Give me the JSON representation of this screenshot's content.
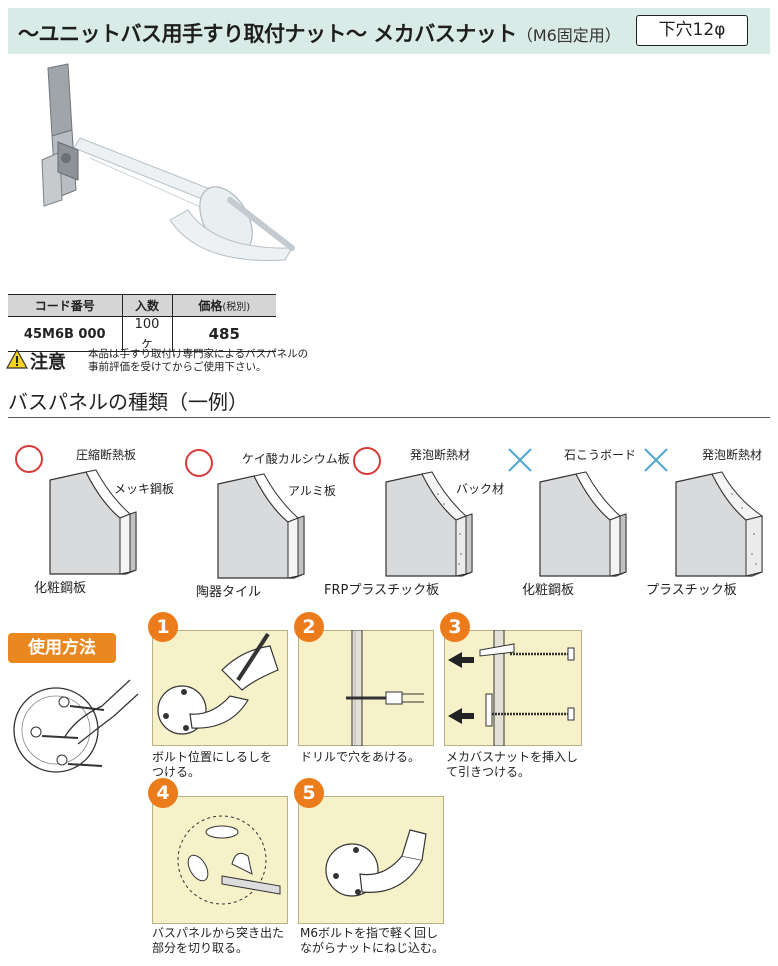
{
  "header": {
    "title": "〜ユニットバス用手すり取付ナット〜 メカバスナット",
    "subtitle": "（M6固定用）",
    "hole_size": "下穴12φ"
  },
  "price_table": {
    "headers": {
      "code": "コード番号",
      "qty": "入数",
      "price": "価格",
      "tax": "(税別)"
    },
    "row": {
      "code": "45M6B 000",
      "qty": "100ヶ",
      "price": "485"
    }
  },
  "caution": {
    "label": "注意",
    "text_line1": "本品は手すり取付け専門家によるバスパネルの",
    "text_line2": "事前評価を受けてからご使用下さい。"
  },
  "section": {
    "title": "バスパネルの種類（一例）"
  },
  "panels": [
    {
      "mark": "ok",
      "top_label": "圧縮断熱板",
      "mid_label": "メッキ鋼板",
      "bottom_label": "化粧鋼板"
    },
    {
      "mark": "ok",
      "top_label": "ケイ酸カルシウム板",
      "mid_label": "アルミ板",
      "bottom_label": "陶器タイル"
    },
    {
      "mark": "ok",
      "top_label": "発泡断熱材",
      "mid_label": "バック材",
      "bottom_label": "FRPプラスチック板"
    },
    {
      "mark": "ng",
      "top_label": "石こうボード",
      "mid_label": "",
      "bottom_label": "化粧鋼板"
    },
    {
      "mark": "ng",
      "top_label": "発泡断熱材",
      "mid_label": "",
      "bottom_label": "プラスチック板"
    }
  ],
  "usage": {
    "title": "使用方法",
    "steps": [
      {
        "num": "1",
        "line1": "ボルト位置にしるしを",
        "line2": "つける。"
      },
      {
        "num": "2",
        "line1": "ドリルで穴をあける。",
        "line2": ""
      },
      {
        "num": "3",
        "line1": "メカバスナットを挿入し",
        "line2": "て引きつける。"
      },
      {
        "num": "4",
        "line1": "バスパネルから突き出た",
        "line2": "部分を切り取る。"
      },
      {
        "num": "5",
        "line1": "M6ボルトを指で軽く回し",
        "line2": "ながらナットにねじ込む。"
      }
    ]
  },
  "colors": {
    "header_bg": "#d9ebe6",
    "ok_circle": "#d83a3a",
    "ng_cross": "#4ea6d6",
    "step_badge": "#ec7b1c",
    "step_bg": "#f6f1c8",
    "usage_badge": "#e8881e"
  }
}
